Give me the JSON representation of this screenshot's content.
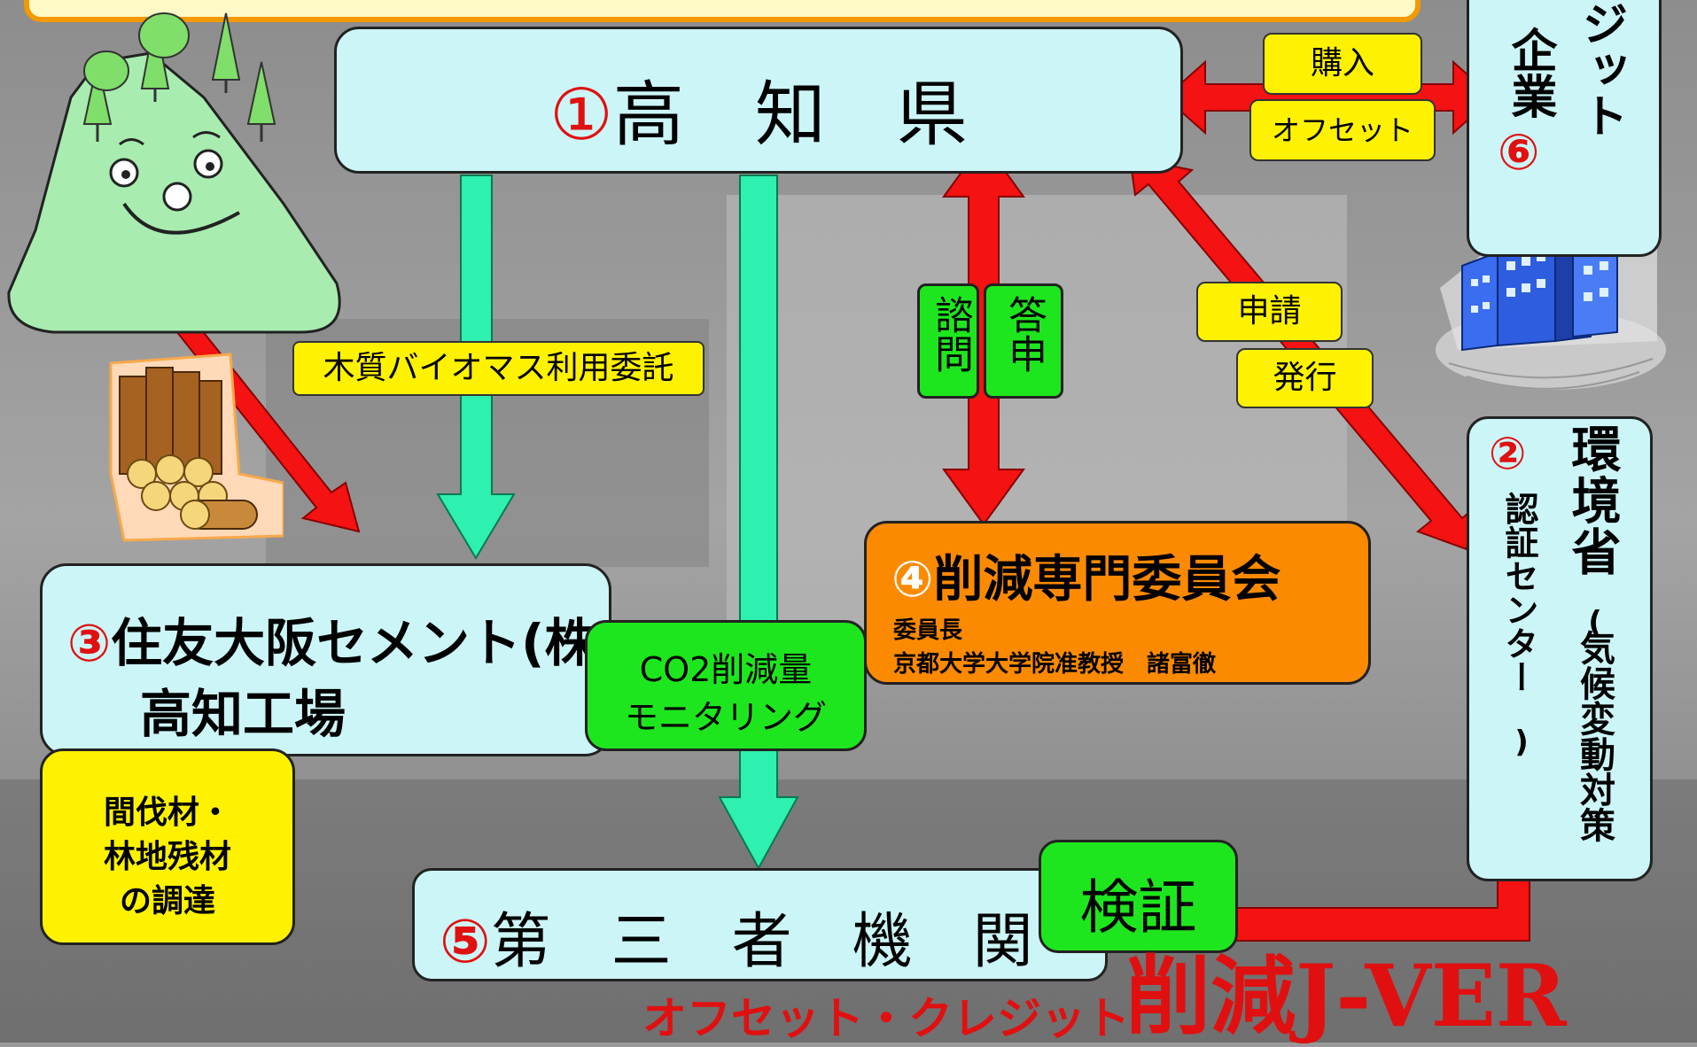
{
  "colors": {
    "arrow_red": "#f41212",
    "arrow_green": "#2ef0b0",
    "box_cyan": "#ccf5f7",
    "box_orange": "#fb8a00",
    "box_green": "#1ee61e",
    "box_yellow": "#fff200"
  },
  "nodes": {
    "kochi": {
      "num": "①",
      "name": "高　知　県"
    },
    "env": {
      "num": "②",
      "name": "環境省",
      "paren_open": "(",
      "sub": "気候変動対策",
      "center": "認証センター",
      "paren_close": ")"
    },
    "cement": {
      "num": "③",
      "name": "住友大阪セメント(株)",
      "line2": "高知工場"
    },
    "committee": {
      "num": "④",
      "name": "削減専門委員会",
      "chair_title": "委員長",
      "chair": "京都大学大学院准教授　諸富徹"
    },
    "third": {
      "num": "⑤",
      "name": "第　三　者　機　関"
    },
    "company": {
      "fragment": "ジット",
      "name_fragment": "企業",
      "num": "⑥"
    }
  },
  "labels": {
    "purchase": "購入",
    "offset": "オフセット",
    "consult": "諮問",
    "report": "答申",
    "apply": "申請",
    "issue": "発行",
    "biomass": "木質バイオマス利用委託",
    "monitor_line1": "CO2削減量",
    "monitor_line2": "モニタリング",
    "verify": "検証",
    "procure_line1": "間伐材・",
    "procure_line2": "林地残材",
    "procure_line3": "の調達"
  },
  "footer": {
    "small": "オフセット・クレジット",
    "big": "削減J-VER"
  },
  "icons": [
    "mountain-character-icon",
    "logs-icon",
    "office-building-icon"
  ]
}
